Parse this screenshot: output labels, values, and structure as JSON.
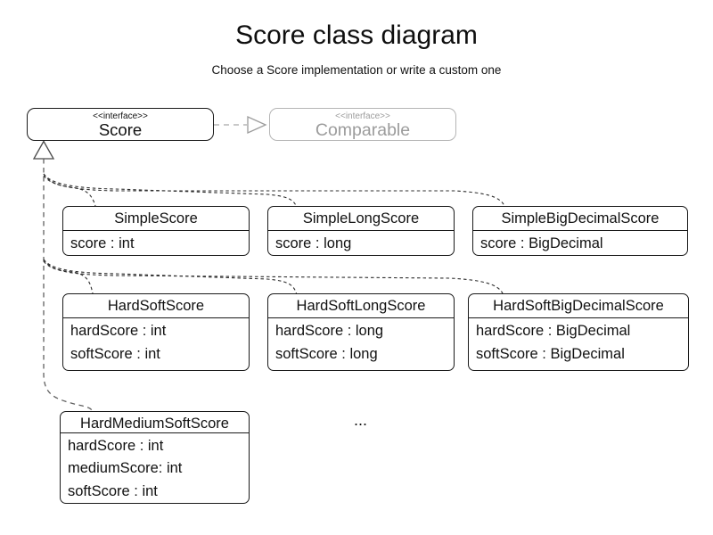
{
  "header": {
    "title": "Score class diagram",
    "subtitle": "Choose a Score implementation or write a custom one"
  },
  "interfaces": [
    {
      "stereotype": "<<interface>>",
      "name": "Score"
    },
    {
      "stereotype": "<<interface>>",
      "name": "Comparable"
    }
  ],
  "classes": [
    {
      "name": "SimpleScore",
      "attributes": [
        "score : int"
      ]
    },
    {
      "name": "SimpleLongScore",
      "attributes": [
        "score : long"
      ]
    },
    {
      "name": "SimpleBigDecimalScore",
      "attributes": [
        "score : BigDecimal"
      ]
    },
    {
      "name": "HardSoftScore",
      "attributes": [
        "hardScore : int",
        "softScore : int"
      ]
    },
    {
      "name": "HardSoftLongScore",
      "attributes": [
        "hardScore : long",
        "softScore : long"
      ]
    },
    {
      "name": "HardSoftBigDecimalScore",
      "attributes": [
        "hardScore : BigDecimal",
        "softScore : BigDecimal"
      ]
    },
    {
      "name": "HardMediumSoftScore",
      "attributes": [
        "hardScore : int",
        "mediumScore: int",
        "softScore : int"
      ]
    }
  ],
  "ellipsis": "...",
  "relationships": [
    {
      "from": "Score",
      "to": "Comparable",
      "type": "realization"
    },
    {
      "from": "SimpleScore",
      "to": "Score",
      "type": "realization"
    },
    {
      "from": "SimpleLongScore",
      "to": "Score",
      "type": "realization"
    },
    {
      "from": "SimpleBigDecimalScore",
      "to": "Score",
      "type": "realization"
    },
    {
      "from": "HardSoftScore",
      "to": "Score",
      "type": "realization"
    },
    {
      "from": "HardSoftLongScore",
      "to": "Score",
      "type": "realization"
    },
    {
      "from": "HardSoftBigDecimalScore",
      "to": "Score",
      "type": "realization"
    },
    {
      "from": "HardMediumSoftScore",
      "to": "Score",
      "type": "realization"
    }
  ],
  "colors": {
    "background": "#ffffff",
    "box_border": "#1a1a1a",
    "muted_border": "#b5b5b5",
    "muted_text": "#9c9c9c",
    "trunk_connector": "#606060",
    "branch_connector": "#2e2e2e",
    "triangle_stroke": "#4a4a4a"
  }
}
